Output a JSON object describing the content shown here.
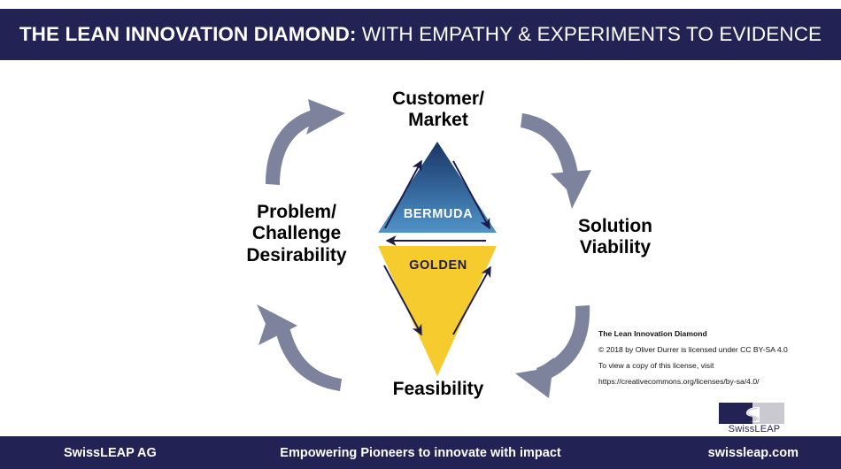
{
  "header": {
    "title_strong": "THE LEAN INNOVATION DIAMOND:",
    "title_rest": " WITH EMPATHY & EXPERIMENTS TO EVIDENCE",
    "background_color": "#232255",
    "text_color": "#ffffff"
  },
  "diagram": {
    "nodes": {
      "top": "Customer/\nMarket",
      "right": "Solution\nViability",
      "left": "Problem/\nChallenge\nDesirability",
      "bottom": "Feasibility"
    },
    "triangles": {
      "upper": {
        "caption": "BERMUDA",
        "fill_top": "#1d3a6b",
        "fill_bottom": "#4e91c8",
        "caption_color": "#ffffff"
      },
      "lower": {
        "caption": "GOLDEN",
        "fill": "#f5cb2e",
        "caption_color": "#1d1c49"
      }
    },
    "arrow_colors": {
      "curved": "#7d839d",
      "inner": "#1d1c49"
    },
    "curved_arrows": [
      {
        "name": "arrow-left-to-top",
        "direction": "up-right"
      },
      {
        "name": "arrow-top-to-right",
        "direction": "down-right"
      },
      {
        "name": "arrow-bottom-to-left",
        "direction": "up-left"
      },
      {
        "name": "arrow-right-to-bottom",
        "direction": "down-left"
      }
    ]
  },
  "license": {
    "line1": "The Lean Innovation Diamond",
    "line2": "© 2018 by Oliver Durrer is licensed under CC BY-SA 4.0",
    "line3": "To view a copy of this license, visit",
    "line4": "https://creativecommons.org/licenses/by-sa/4.0/"
  },
  "logo": {
    "text": "SwissLEAP",
    "navy": "#232255",
    "gray": "#c9c9cf"
  },
  "footer": {
    "left": "SwissLEAP AG",
    "center": "Empowering Pioneers to innovate with impact",
    "right": "swissleap.com",
    "background_color": "#232255"
  }
}
